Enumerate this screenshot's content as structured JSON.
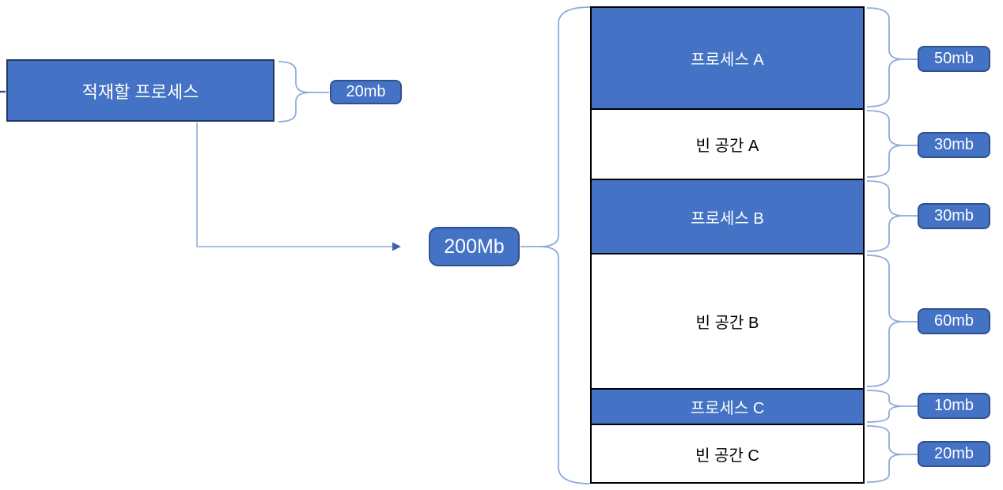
{
  "process_to_load": {
    "label": "적재할 프로세스",
    "size_label": "20mb"
  },
  "memory": {
    "total_label": "200Mb",
    "segments": [
      {
        "name": "프로세스 A",
        "size": "50mb",
        "kind": "process"
      },
      {
        "name": "빈 공간 A",
        "size": "30mb",
        "kind": "free"
      },
      {
        "name": "프로세스 B",
        "size": "30mb",
        "kind": "process"
      },
      {
        "name": "빈 공간 B",
        "size": "60mb",
        "kind": "free"
      },
      {
        "name": "프로세스 C",
        "size": "10mb",
        "kind": "process"
      },
      {
        "name": "빈 공간 C",
        "size": "20mb",
        "kind": "free"
      }
    ]
  },
  "colors": {
    "process_fill": "#4472C4",
    "free_fill": "#FFFFFF",
    "label_fill": "#4472C4",
    "label_border": "#2F528F",
    "process_box_border": "#203864",
    "segment_border": "#000000",
    "brace_line": "#8FAADC",
    "arrow_head": "#3B62AC",
    "text_on_blue": "#FFFFFF",
    "text_on_white": "#000000"
  }
}
